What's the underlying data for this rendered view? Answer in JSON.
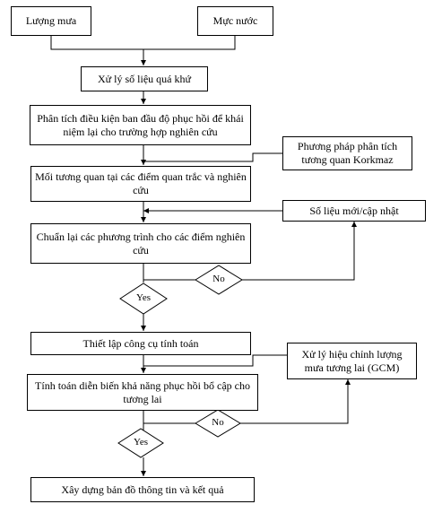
{
  "diagram": {
    "rainfall": "Lượng mưa",
    "water_level": "Mực nước",
    "process_past_data": "Xử lý số liệu quá khứ",
    "analyze_initial": "Phân tích điều kiện ban đầu độ phục hồi để khái niệm lại cho trường hợp nghiên cứu",
    "korkmaz_method": "Phương pháp phân tích tương quan Korkmaz",
    "correlation": "Mối tương quan tại các điểm quan trắc và nghiên cứu",
    "new_data": "Số liệu mới/cập nhật",
    "recalibrate": "Chuẩn lại các phương trình cho các điểm nghiên cứu",
    "decision1_no": "No",
    "decision1_yes": "Yes",
    "setup_tools": "Thiết lập công cụ tính toán",
    "rain_correction": "Xử lý hiệu chỉnh lượng mưa tương lai (GCM)",
    "compute_future": "Tính toán diễn biến khả năng phục hồi bổ cập cho tương lai",
    "decision2_no": "No",
    "decision2_yes": "Yes",
    "build_map": "Xây dựng bản đồ thông tin và kết quả"
  }
}
